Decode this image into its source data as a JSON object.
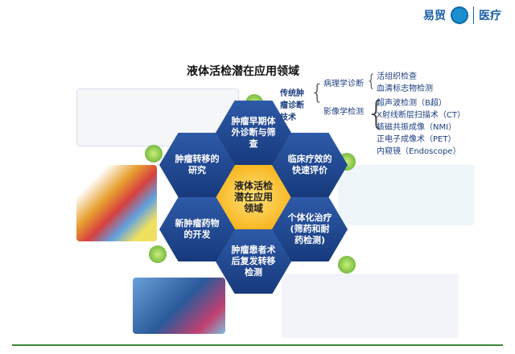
{
  "logo": {
    "brand": "易贸",
    "divider": "|",
    "sector": "医疗"
  },
  "title": "液体活检潜在应用领域",
  "hexagons": {
    "center": "液体活检潜在应用领域",
    "top": "肿瘤早期体外诊断与筛查",
    "top_right": "临床疗效的快速评价",
    "bottom_right": "个体化治疗(筛药和耐药检测)",
    "bottom": "肿瘤患者术后复发转移检测",
    "bottom_left": "新肿瘤药物的开发",
    "top_left": "肿瘤转移的研究"
  },
  "tree": {
    "root": "传统肿瘤诊断技术",
    "pathology": {
      "label": "病理学诊断",
      "items": [
        "活组织检查",
        "血清标志物检测"
      ]
    },
    "imaging": {
      "label": "影像学检测",
      "items": [
        "超声波检测（B超）",
        "X射线断层扫描术（CT）",
        "核磁共振成像（NMI）",
        "正电子成像术（PET）",
        "内窥镜（Endoscope）"
      ]
    }
  }
}
